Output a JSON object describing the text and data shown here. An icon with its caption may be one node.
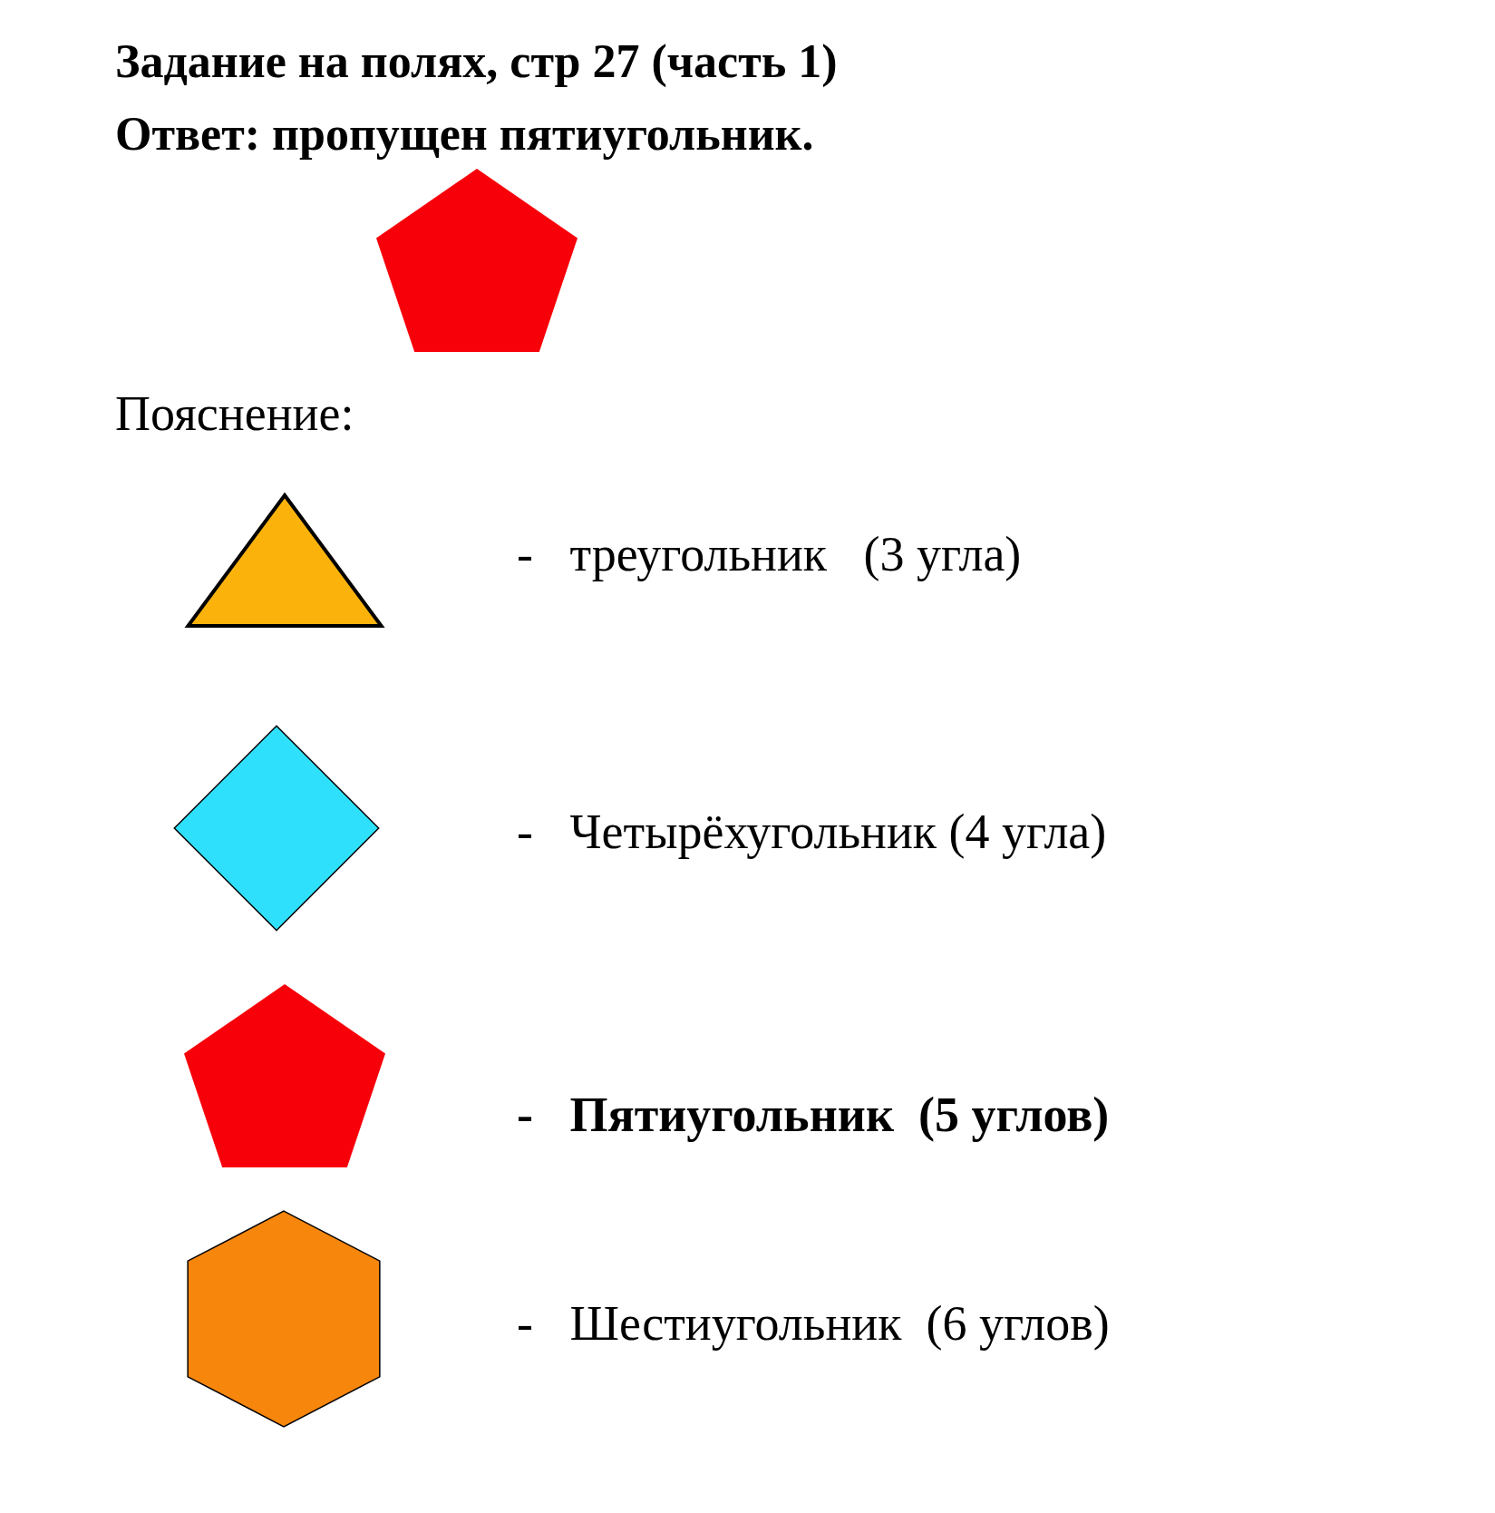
{
  "diagram": {
    "title": "Задание на полях, стр 27 (часть 1)",
    "nodes": [
      {
        "text": [],
        "shape": "pentagon"
      },
      {
        "text": [],
        "shape": "triangle",
        "beside": [
          "-   треугольник   (3 угла)"
        ]
      },
      {
        "text": [],
        "shape": "diamond",
        "beside": [
          "-   Четырёхугольник (4 угла)"
        ]
      },
      {
        "text": [],
        "shape": "pentagon",
        "beside": [
          "-   Пятиугольник  (5 углов)"
        ]
      },
      {
        "text": [],
        "shape": "hexagon",
        "beside": [
          "-   Шестиугольник  (6 углов)"
        ]
      }
    ],
    "edges": [],
    "labels": [
      "Ответ: пропущен пятиугольник.",
      "Пояснение:"
    ]
  }
}
